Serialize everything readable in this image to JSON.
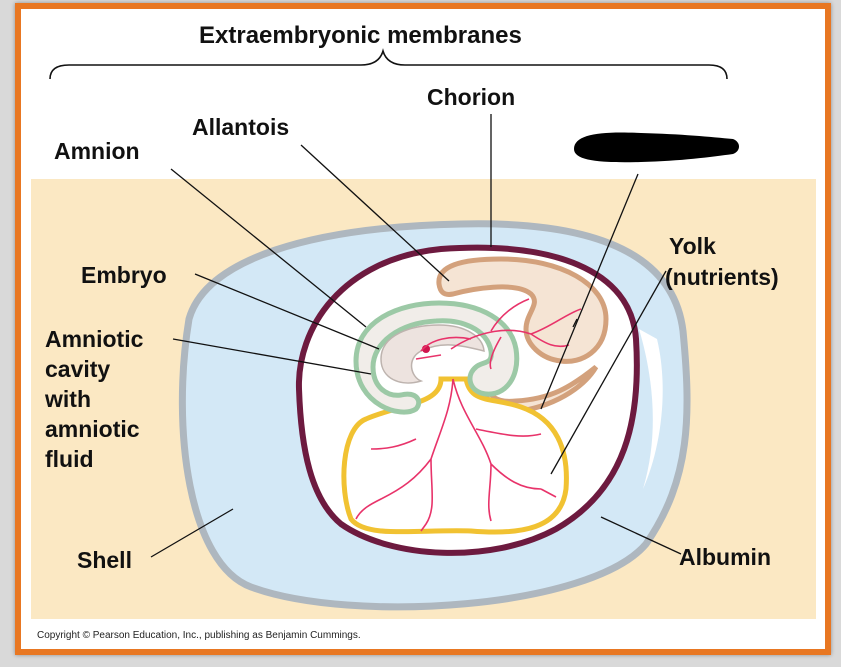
{
  "title": "Extraembryonic membranes",
  "labels": {
    "chorion": "Chorion",
    "allantois": "Allantois",
    "amnion": "Amnion",
    "embryo": "Embryo",
    "amniotic_cavity": [
      "Amniotic",
      "cavity",
      "with",
      "amniotic",
      "fluid"
    ],
    "yolk": [
      "Yolk",
      "(nutrients)"
    ],
    "shell": "Shell",
    "albumin": "Albumin"
  },
  "copyright": "Copyright © Pearson Education, Inc., publishing as Benjamin Cummings.",
  "colors": {
    "frame": "#e87722",
    "background": "#fbe8c3",
    "albumin": "#d3e8f6",
    "shell": "#aeb7bf",
    "chorion": "#6d1a3f",
    "allantois": "#d3a17c",
    "amnion": "#9cc9a6",
    "yolk_sac": "#f1c232",
    "vessels": "#e8336a"
  }
}
